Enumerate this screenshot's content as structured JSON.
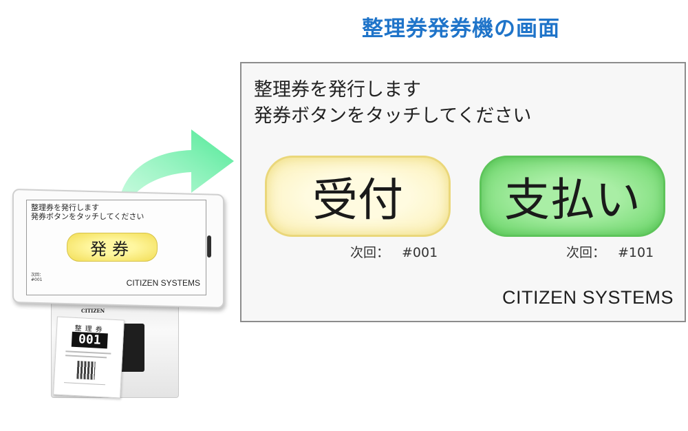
{
  "caption": "整理券発券機の画面",
  "screen": {
    "message_line1": "整理券を発行します",
    "message_line2": "発券ボタンをタッチしてください",
    "buttons": [
      {
        "label": "受付",
        "next_label": "次回：",
        "next_number": "#001",
        "color": "#fbf0b4"
      },
      {
        "label": "支払い",
        "next_label": "次回：",
        "next_number": "#101",
        "color": "#69d567"
      }
    ],
    "brand": "CITIZEN SYSTEMS"
  },
  "device": {
    "tablet": {
      "message_line1": "整理券を発行します",
      "message_line2": "発券ボタンをタッチしてください",
      "button_label": "発券",
      "next_label": "次回：",
      "next_number": "#001",
      "brand": "CITIZEN SYSTEMS"
    },
    "printer_brand": "CITIZEN",
    "ticket": {
      "title": "整理券",
      "number": "001"
    }
  },
  "colors": {
    "caption": "#1f74c9",
    "arrow": "#5eef9e"
  }
}
